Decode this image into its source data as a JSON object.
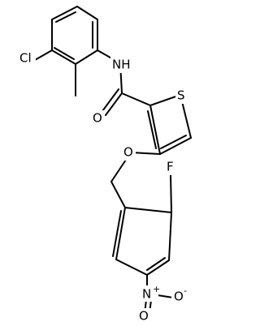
{
  "molecule": {
    "atoms": {
      "chloro": "Cl",
      "amide_nh": "NH",
      "carbonyl_o": "O",
      "thiophene_s": "S",
      "ether_o": "O",
      "fluoro": "F",
      "nitro_n": "N",
      "nitro_n_charge": "+",
      "nitro_o_top": "O",
      "nitro_o_right": "O",
      "nitro_o_charge": "-"
    }
  }
}
